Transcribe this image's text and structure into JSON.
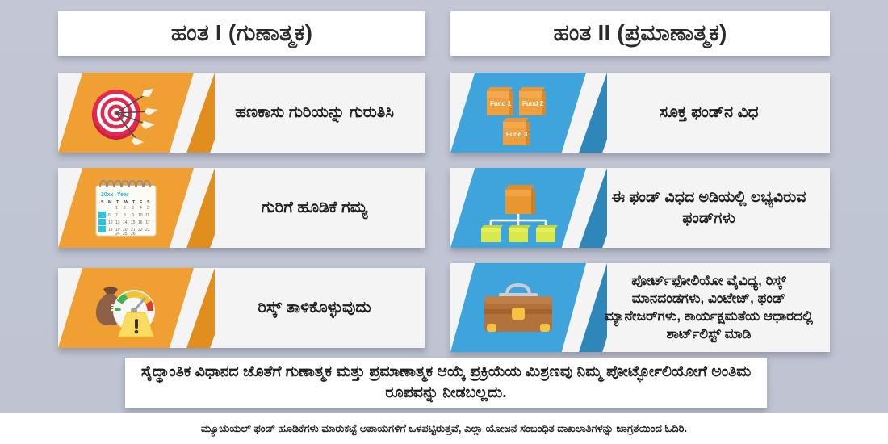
{
  "headers": {
    "left": "ಹಂತ I (ಗುಣಾತ್ಮಕ)",
    "right": "ಹಂತ II (ಪ್ರಮಾಣಾತ್ಮಕ)"
  },
  "left_column": [
    {
      "icon": "target-arrows-icon",
      "label": "ಹಣಕಾಸು ಗುರಿಯನ್ನು ಗುರುತಿಸಿ",
      "accent": "#f0a032",
      "accent_shadow": "#e08f1f"
    },
    {
      "icon": "calendar-icon",
      "label": "ಗುರಿಗೆ ಹೂಡಿಕೆ ಗಮ್ಯ",
      "accent": "#f0a032",
      "accent_shadow": "#e08f1f"
    },
    {
      "icon": "risk-gauge-moneybag-icon",
      "label": "ರಿಸ್ಕ್ ತಾಳಿಕೊಳ್ಳುವುದು",
      "accent": "#f0a032",
      "accent_shadow": "#e08f1f"
    }
  ],
  "right_column": [
    {
      "icon": "fund-boxes-icon",
      "label": "ಸೂಕ್ತ ಫಂಡ್‌ನ ವಿಧ",
      "accent": "#3fa4dc",
      "accent_shadow": "#2f86b8",
      "box_labels": [
        "Fund  1",
        "Fund  2",
        "Fund  3"
      ]
    },
    {
      "icon": "fund-hierarchy-icon",
      "label": "ಈ ಫಂಡ್ ವಿಧದ ಅಡಿಯಲ್ಲಿ ಲಭ್ಯವಿರುವ ಫಂಡ್‌ಗಳು",
      "accent": "#3fa4dc",
      "accent_shadow": "#2f86b8"
    },
    {
      "icon": "briefcase-icon",
      "label": "ಪೋರ್ಟ್‌ಫೋಲಿಯೋ ವೈವಿಧ್ಯ, ರಿಸ್ಕ್ ಮಾನದಂಡಗಳು, ವಿಂಟೇಜ್, ಫಂಡ್ ಮ್ಯಾನೇಜರ್‌ಗಳು, ಕಾರ್ಯಕ್ಷಮತೆಯ ಆಧಾರದಲ್ಲಿ ಶಾರ್ಟ್‌ಲಿಸ್ಟ್ ಮಾಡಿ",
      "accent": "#3fa4dc",
      "accent_shadow": "#2f86b8"
    }
  ],
  "summary": "ಸೈದ್ಧಾಂತಿಕ ವಿಧಾನದ ಜೊತೆಗೆ ಗುಣಾತ್ಮಕ ಮತ್ತು ಪ್ರಮಾಣಾತ್ಮಕ ಆಯ್ಕೆ ಪ್ರಕ್ರಿಯೆಯ ಮಿಶ್ರಣವು ನಿಮ್ಮ ಪೋರ್ಟ್ಫೋಲಿಯೋಗೆ ಅಂತಿಮ ರೂಪವನ್ನು ನೀಡಬಲ್ಲದು.",
  "disclaimer": "ಮ್ಯೂಚುಯಲ್ ಫಂಡ್ ಹೂಡಿಕೆಗಳು ಮಾರುಕಟ್ಟೆ ಅಪಾಯಗಳಿಗೆ ಒಳಪಟ್ಟಿರುತ್ತವೆ, ಎಲ್ಲಾ ಯೋಜನೆ ಸಂಬಂಧಿತ ದಾಖಲಾತಿಗಳನ್ನು ಜಾಗ್ರತೆಯಿಂದ ಓದಿರಿ.",
  "calendar_icon": {
    "title": "20xx -Year",
    "weekday_initials": [
      "S",
      "M",
      "T",
      "W",
      "T",
      "F",
      "S"
    ]
  },
  "colors": {
    "background": "#c0c5d3",
    "card_background": "#f4f4f5",
    "white": "#ffffff",
    "orange": "#f0a032",
    "orange_shadow": "#e08f1f",
    "blue": "#3fa4dc",
    "blue_shadow": "#2f86b8",
    "text": "#1f1f1f",
    "target_red": "#e2294f",
    "gauge_green": "#3fb34f",
    "gauge_yellow": "#f2c230",
    "gauge_red": "#e23b2e",
    "moneybag_brown": "#8d6148",
    "briefcase_brown": "#b3713c",
    "box_green": "#d9e84a"
  }
}
